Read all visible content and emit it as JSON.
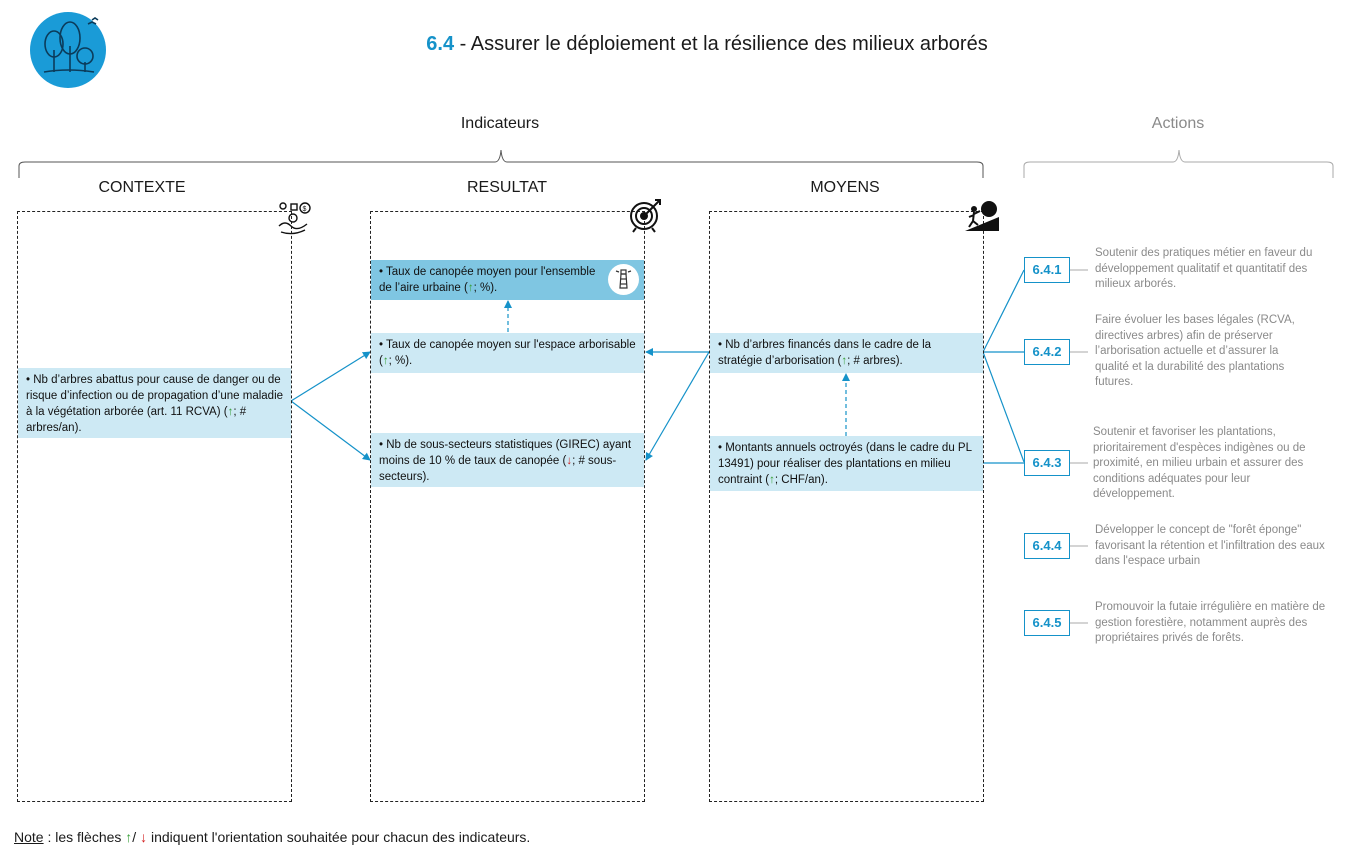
{
  "title": {
    "number": "6.4",
    "text": " - Assurer le déploiement et la résilience des milieux arborés"
  },
  "sections": {
    "indicateurs": "Indicateurs",
    "actions": "Actions"
  },
  "columns": {
    "contexte": "CONTEXTE",
    "resultat": "RESULTAT",
    "moyens": "MOYENS"
  },
  "arrows": {
    "up": "↑",
    "down": "↓"
  },
  "contexte": {
    "item1": {
      "before": "• Nb d’arbres abattus pour cause de danger ou de risque d’infection ou de propagation d’une maladie à la végétation arborée (art. 11 RCVA) (",
      "after": "; # arbres/an)."
    }
  },
  "resultat": {
    "item1": {
      "before": "• Taux de canopée moyen pour l'ensemble de l’aire urbaine (",
      "after": "; %)."
    },
    "item2": {
      "before": "• Taux de canopée moyen sur l'espace arborisable (",
      "after": "; %)."
    },
    "item3": {
      "before": "• Nb de sous-secteurs statistiques (GIREC) ayant moins de 10 % de taux de canopée (",
      "after": "; # sous-secteurs)."
    }
  },
  "moyens": {
    "item1": {
      "before": "• Nb d’arbres financés dans le cadre de la stratégie d’arborisation (",
      "after": "; # arbres)."
    },
    "item2": {
      "before": "• Montants annuels octroyés (dans le cadre du PL 13491) pour réaliser des plantations en milieu contraint (",
      "after": "; CHF/an)."
    }
  },
  "actions": [
    {
      "num": "6.4.1",
      "text": "Soutenir des pratiques métier en faveur du développement qualitatif et quantitatif des milieux arborés."
    },
    {
      "num": "6.4.2",
      "text": "Faire évoluer les bases légales (RCVA, directives arbres) afin de préserver l’arborisation actuelle et d’assurer la qualité et la durabilité des plantations futures."
    },
    {
      "num": "6.4.3",
      "text": "Soutenir et favoriser les plantations, prioritairement d'espèces indigènes ou de proximité, en milieu urbain et assurer des conditions adéquates pour leur développement."
    },
    {
      "num": "6.4.4",
      "text": "Développer le concept de \"forêt éponge\" favorisant la rétention et l'infiltration des eaux dans l'espace urbain"
    },
    {
      "num": "6.4.5",
      "text": "Promouvoir la futaie irrégulière en matière de gestion forestière, notamment auprès des propriétaires privés de forêts."
    }
  ],
  "note": {
    "label": "Note",
    "before": " : les flèches ",
    "sep": "/ ",
    "after": " indiquent l'orientation souhaitée pour chacun des indicateurs."
  },
  "colors": {
    "accent": "#1592c9",
    "light_box": "#cde9f4",
    "dark_box": "#7fc6e2",
    "up": "#3aa13a",
    "down": "#d42020"
  },
  "icons": [
    "trees-logo-icon",
    "context-icon",
    "target-icon",
    "climber-icon",
    "lighthouse-icon"
  ]
}
